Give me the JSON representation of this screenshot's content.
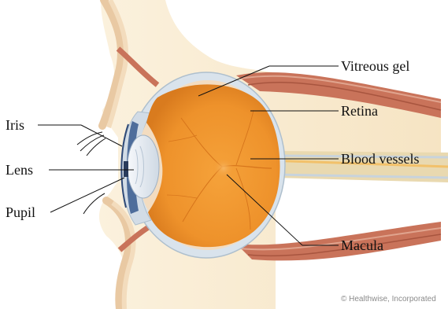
{
  "labels": {
    "iris": "Iris",
    "lens": "Lens",
    "pupil": "Pupil",
    "vitreous_gel": "Vitreous gel",
    "retina": "Retina",
    "blood_vessels": "Blood vessels",
    "macula": "Macula"
  },
  "credit": "© Healthwise, Incorporated",
  "colors": {
    "vitreous": "#f0962e",
    "sclera": "#d9e3ec",
    "skin": "#f7e7c9",
    "muscle": "#c9735a",
    "lens": "#e9eef4"
  }
}
